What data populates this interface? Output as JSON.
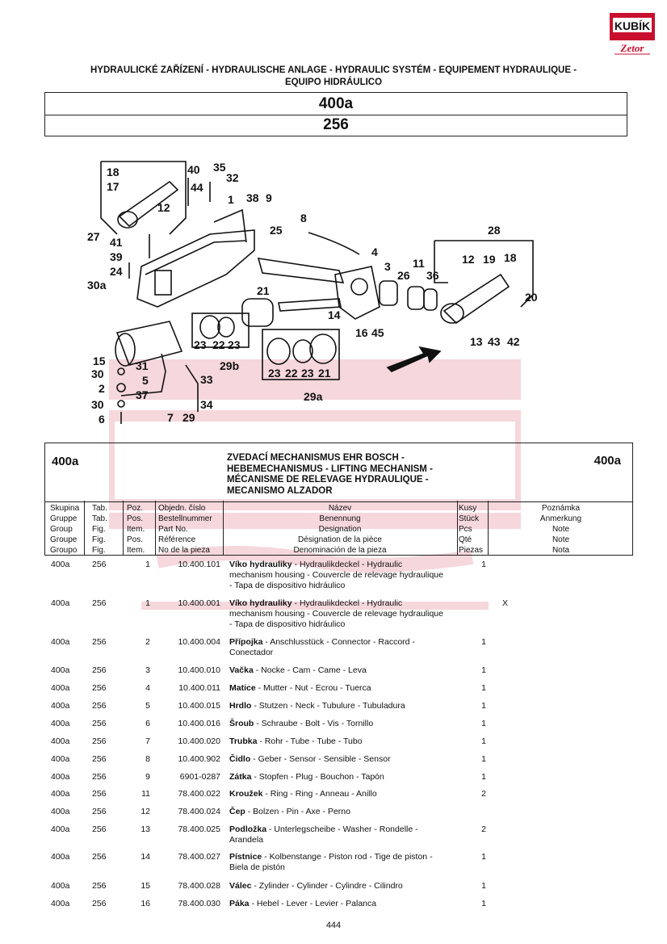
{
  "logo": {
    "brand": "KUBÍK",
    "sub": "Zetor"
  },
  "header": {
    "title_line1": "HYDRAULICKÉ ZAŘÍZENÍ - HYDRAULISCHE ANLAGE - HYDRAULIC SYSTÉM - EQUIPEMENT HYDRAULIQUE -",
    "title_line2": "EQUIPO HIDRÁULICO",
    "code1": "400a",
    "code2": "256"
  },
  "diagram": {
    "callouts": [
      "18",
      "17",
      "40",
      "44",
      "35",
      "32",
      "1",
      "38",
      "9",
      "12",
      "27",
      "8",
      "41",
      "39",
      "24",
      "25",
      "4",
      "3",
      "28",
      "30a",
      "11",
      "26",
      "36",
      "12",
      "19",
      "18",
      "20",
      "21",
      "14",
      "16",
      "45",
      "13",
      "43",
      "42",
      "23",
      "22",
      "23",
      "29b",
      "15",
      "31",
      "30",
      "5",
      "33",
      "2",
      "37",
      "34",
      "30",
      "7",
      "29",
      "6",
      "23",
      "22",
      "23",
      "21",
      "29a"
    ]
  },
  "section": {
    "code_left": "400a",
    "code_right": "400a",
    "title_lines": [
      "ZVEDACÍ MECHANISMUS EHR BOSCH -",
      "HEBEMECHANISMUS - LIFTING MECHANISM -",
      "MÉCANISME DE RELEVAGE HYDRAULIQUE -",
      "MECANISMO ALZADOR"
    ]
  },
  "columns": {
    "group": [
      "Skupina",
      "Gruppe",
      "Group",
      "Groupe",
      "Groupo"
    ],
    "fig": [
      "Tab.",
      "Tab.",
      "Fig.",
      "Fig.",
      "Fig."
    ],
    "pos": [
      "Poz.",
      "Pos.",
      "Item.",
      "Pos.",
      "Item."
    ],
    "part": [
      "Objedn. číslo",
      "Bestellnummer",
      "Part No.",
      "Référence",
      "No de la pieza"
    ],
    "desc": [
      "Název",
      "Benennung",
      "Designation",
      "Désignation de la pièce",
      "Denominación de la pieza"
    ],
    "qty": [
      "Kusy",
      "Stück",
      "Pcs",
      "Qté",
      "Piezas"
    ],
    "note": [
      "Poznámka",
      "Anmerkung",
      "Note",
      "Note",
      "Nota"
    ]
  },
  "rows": [
    {
      "group": "400a",
      "fig": "256",
      "pos": "1",
      "part": "10.400.101",
      "name": "Víko hydrauliky",
      "desc": " - Hydraulikdeckel - Hydraulic mechanism housing - Couvercle de relevage hydraulique - Tapa de dispositivo hidráulico",
      "qty": "1",
      "note": ""
    },
    {
      "group": "400a",
      "fig": "256",
      "pos": "1",
      "part": "10.400.001",
      "name": "Víko hydrauliky",
      "desc": " - Hydraulikdeckel - Hydraulic mechanism housing - Couvercle de relevage hydraulique - Tapa de dispositivo hidráulico",
      "qty": "",
      "note": "X"
    },
    {
      "group": "400a",
      "fig": "256",
      "pos": "2",
      "part": "10.400.004",
      "name": "Přípojka",
      "desc": " - Anschlusstück - Connector - Raccord - Conectador",
      "qty": "1",
      "note": ""
    },
    {
      "group": "400a",
      "fig": "256",
      "pos": "3",
      "part": "10.400.010",
      "name": "Vačka",
      "desc": " - Nocke - Cam - Came - Leva",
      "qty": "1",
      "note": ""
    },
    {
      "group": "400a",
      "fig": "256",
      "pos": "4",
      "part": "10.400.011",
      "name": "Matice",
      "desc": " - Mutter - Nut - Ecrou - Tuerca",
      "qty": "1",
      "note": ""
    },
    {
      "group": "400a",
      "fig": "256",
      "pos": "5",
      "part": "10.400.015",
      "name": "Hrdlo",
      "desc": " - Stutzen - Neck - Tubulure - Tubuladura",
      "qty": "1",
      "note": ""
    },
    {
      "group": "400a",
      "fig": "256",
      "pos": "6",
      "part": "10.400.016",
      "name": "Šroub",
      "desc": " - Schraube - Bolt - Vis - Tornillo",
      "qty": "1",
      "note": ""
    },
    {
      "group": "400a",
      "fig": "256",
      "pos": "7",
      "part": "10.400.020",
      "name": "Trubka",
      "desc": " - Rohr - Tube - Tube - Tubo",
      "qty": "1",
      "note": ""
    },
    {
      "group": "400a",
      "fig": "256",
      "pos": "8",
      "part": "10.400.902",
      "name": "Čidlo",
      "desc": " - Geber - Sensor - Sensible - Sensor",
      "qty": "1",
      "note": ""
    },
    {
      "group": "400a",
      "fig": "256",
      "pos": "9",
      "part": "6901-0287",
      "name": "Zátka",
      "desc": " - Stopfen - Plug - Bouchon - Tapón",
      "qty": "1",
      "note": ""
    },
    {
      "group": "400a",
      "fig": "256",
      "pos": "11",
      "part": "78.400.022",
      "name": "Kroužek",
      "desc": " - Ring - Ring - Anneau - Anillo",
      "qty": "2",
      "note": ""
    },
    {
      "group": "400a",
      "fig": "256",
      "pos": "12",
      "part": "78.400.024",
      "name": "Čep",
      "desc": " - Bolzen - Pin - Axe - Perno",
      "qty": "",
      "note": ""
    },
    {
      "group": "400a",
      "fig": "256",
      "pos": "13",
      "part": "78.400.025",
      "name": "Podložka",
      "desc": " - Unterlegscheibe - Washer - Rondelle - Arandela",
      "qty": "2",
      "note": ""
    },
    {
      "group": "400a",
      "fig": "256",
      "pos": "14",
      "part": "78.400.027",
      "name": "Pístnice",
      "desc": " - Kolbenstange - Piston rod - Tige de piston - Biela de pistón",
      "qty": "1",
      "note": ""
    },
    {
      "group": "400a",
      "fig": "256",
      "pos": "15",
      "part": "78.400.028",
      "name": "Válec",
      "desc": " - Zylinder - Cylinder - Cylindre - Cilindro",
      "qty": "1",
      "note": ""
    },
    {
      "group": "400a",
      "fig": "256",
      "pos": "16",
      "part": "78.400.030",
      "name": "Páka",
      "desc": " - Hebel - Lever - Levier - Palanca",
      "qty": "1",
      "note": ""
    }
  ],
  "page_number": "444"
}
